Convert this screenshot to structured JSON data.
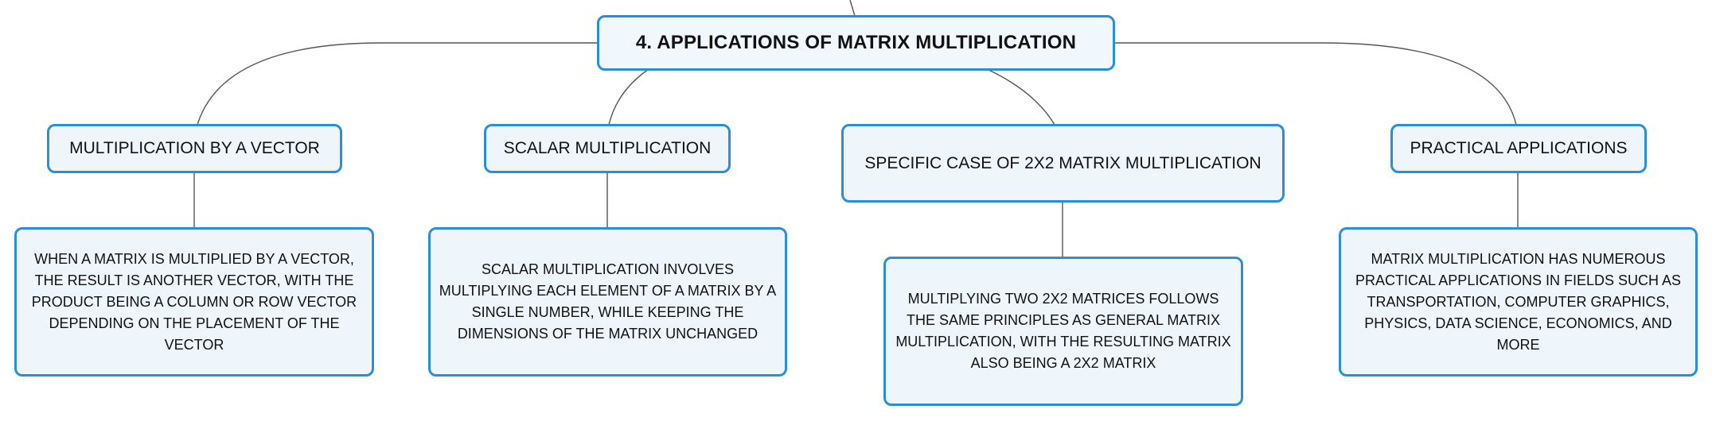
{
  "colors": {
    "node_border": "#2b8fd6",
    "node_fill": "#eef6fc",
    "connector": "#555555",
    "text": "#111111"
  },
  "root": {
    "label": "4. APPLICATIONS OF MATRIX MULTIPLICATION"
  },
  "branches": [
    {
      "label": "MULTIPLICATION BY A VECTOR",
      "detail": "WHEN A MATRIX IS MULTIPLIED BY A VECTOR, THE RESULT IS ANOTHER VECTOR, WITH THE PRODUCT BEING A COLUMN OR ROW VECTOR DEPENDING ON THE PLACEMENT OF THE VECTOR"
    },
    {
      "label": "SCALAR MULTIPLICATION",
      "detail": "SCALAR MULTIPLICATION INVOLVES MULTIPLYING EACH ELEMENT OF A MATRIX BY A SINGLE NUMBER, WHILE KEEPING THE DIMENSIONS OF THE MATRIX UNCHANGED"
    },
    {
      "label": "SPECIFIC CASE OF 2X2 MATRIX MULTIPLICATION",
      "detail": "MULTIPLYING TWO 2X2 MATRICES FOLLOWS THE SAME PRINCIPLES AS GENERAL MATRIX MULTIPLICATION, WITH THE RESULTING MATRIX ALSO BEING A 2X2 MATRIX"
    },
    {
      "label": "PRACTICAL APPLICATIONS",
      "detail": "MATRIX MULTIPLICATION HAS NUMEROUS PRACTICAL APPLICATIONS IN FIELDS SUCH AS TRANSPORTATION, COMPUTER GRAPHICS, PHYSICS, DATA SCIENCE, ECONOMICS, AND MORE"
    }
  ]
}
